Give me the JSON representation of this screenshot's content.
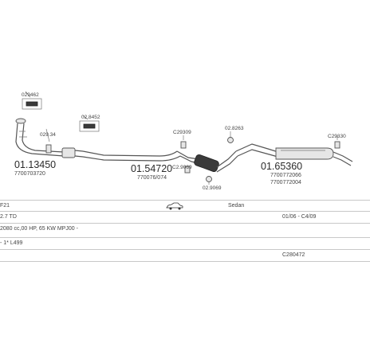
{
  "parts": [
    {
      "code": "01.13450",
      "sub": "7700703720"
    },
    {
      "code": "01.54720",
      "sub": "770076/074"
    },
    {
      "code": "01.65360",
      "sub": "7700772066",
      "sub2": "7700772004"
    }
  ],
  "small_labels": {
    "bracket_box": "029462",
    "clamp_a": "029.34",
    "gasket_box": "02.8452",
    "hanger_a": "C29309",
    "hanger_b": "C2.9069",
    "mount_a": "02.8263",
    "mount_b": "02.9069",
    "hanger_c": "C29330"
  },
  "info": {
    "model": "F21",
    "body": "Sedan",
    "engine": "2.7 TD",
    "period": "01/06 - C4/09",
    "specs": "2080 cc,00 HP, 65 KW MPJ00 -",
    "variant": "- 1* L499",
    "catalog": "C280472"
  }
}
